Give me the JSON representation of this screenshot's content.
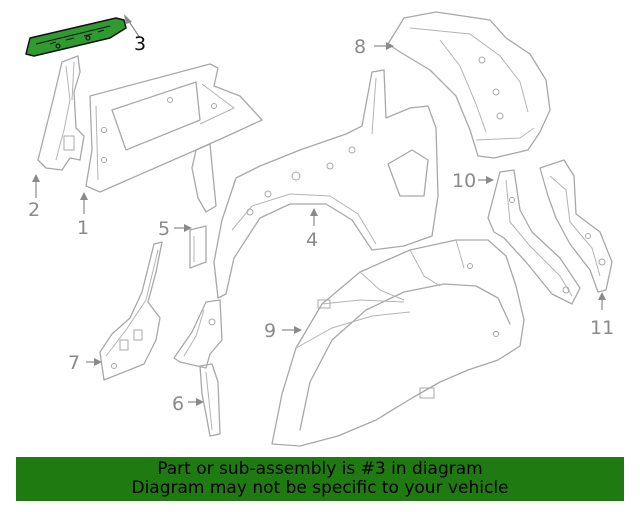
{
  "diagram": {
    "callouts": [
      {
        "id": "1",
        "label": "1"
      },
      {
        "id": "2",
        "label": "2"
      },
      {
        "id": "3",
        "label": "3",
        "highlighted": true
      },
      {
        "id": "4",
        "label": "4"
      },
      {
        "id": "5",
        "label": "5"
      },
      {
        "id": "6",
        "label": "6"
      },
      {
        "id": "7",
        "label": "7"
      },
      {
        "id": "8",
        "label": "8"
      },
      {
        "id": "9",
        "label": "9"
      },
      {
        "id": "10",
        "label": "10"
      },
      {
        "id": "11",
        "label": "11"
      }
    ],
    "highlight_color": "#2f9a2f",
    "line_color": "#a8a8a8"
  },
  "banner": {
    "line1": "Part or sub-assembly is #3 in diagram",
    "line2": "Diagram may not be specific to your vehicle",
    "background": "#1f7a12"
  }
}
